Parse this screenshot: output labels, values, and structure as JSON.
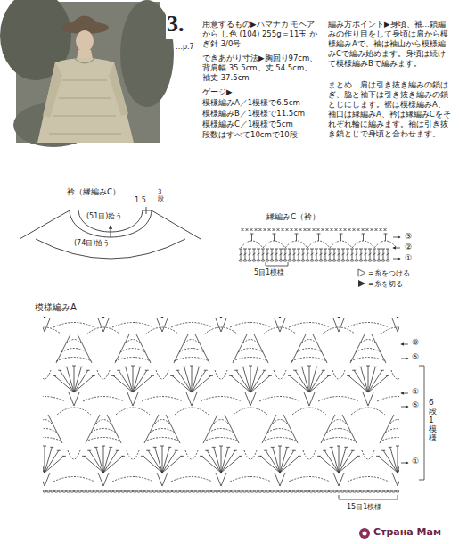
{
  "diagram": {
    "labels": [
      "3.",
      "…p.7",
      "用意するもの▶ハマナカ モヘア から し色 (104) 255g＝11玉 かぎ針 3/0号",
      "できあがり寸法▶胸回り97cm、背肩幅 35.5cm、丈 54.5cm、袖丈 37.5cm",
      "ゲージ▶",
      "模様編みA／1模様で6.5cm",
      "模様編みB／1模様で11.5cm",
      "模様編みC／1模様で5cm",
      "段数はすべて10cmで10段",
      "編み方ポイント▶身頃、袖…鎖編みの作り目をして身頃は肩から模様編みAで、袖は袖山から模様編みCで編み始めます。身頃は続けて模様編みBで編みます。",
      "まとめ…肩は引き抜き編みの鎖はぎ、脇と袖下は引き抜き編みの鎖とじにします。裾は模様編みA、袖口は縁編みA、衿は縁編みCをそれぞれ輪に編みます。袖は引き抜き鎖とじで身頃と合わせます。",
      "衿（縁編みC）",
      "(51目)拾う",
      "1.5",
      "3段",
      "(74目)拾う",
      "縁編みC（衿）",
      "③",
      "②",
      "①",
      "5目1模様",
      "模様編みA",
      "⑧",
      "⑤",
      "①",
      "⑤",
      "①",
      "6段1模様",
      "15目1模様",
      "Страна Мам"
    ],
    "legend": [
      {
        "text": "=糸をつける"
      },
      {
        "text": "=糸を切る"
      }
    ]
  }
}
